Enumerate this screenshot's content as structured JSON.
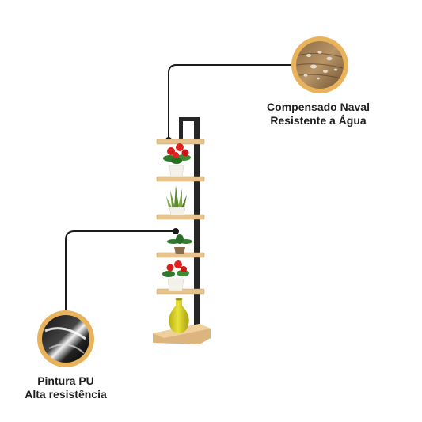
{
  "features": {
    "wood": {
      "line1": "Compensado Naval",
      "line2": "Resistente a Água",
      "icon": "wood-water-drops-icon"
    },
    "paint": {
      "line1": "Pintura PU",
      "line2": "Alta resistência",
      "icon": "glossy-paint-icon"
    }
  },
  "colors": {
    "accent_ring": "#e9b35c",
    "wood": "#e7c38e",
    "frame": "#262626",
    "vase": "#d6cf1c"
  }
}
